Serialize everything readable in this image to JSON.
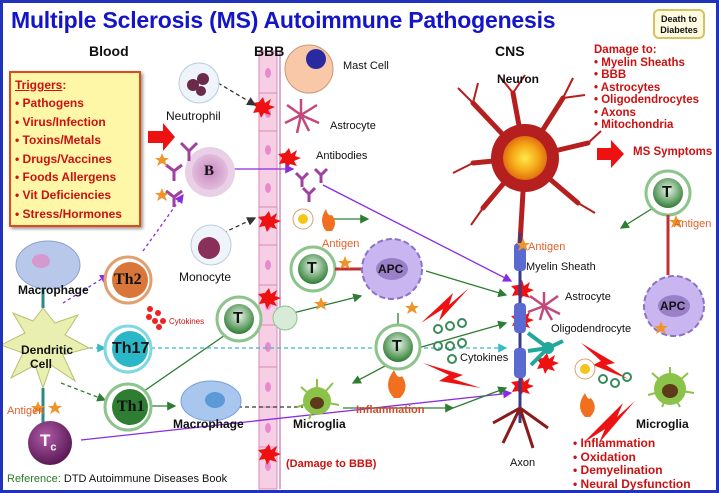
{
  "header": {
    "title": "Multiple Sclerosis (MS) Autoimmune Pathogenesis",
    "badge_line1": "Death to",
    "badge_line2": "Diabetes"
  },
  "sections": {
    "blood": "Blood",
    "bbb": "BBB",
    "cns": "CNS"
  },
  "triggers": {
    "heading": "Triggers",
    "items": [
      "Pathogens",
      "Virus/Infection",
      "Toxins/Metals",
      "Drugs/Vaccines",
      "Foods Allergens",
      "Vit Deficiencies",
      "Stress/Hormones"
    ]
  },
  "damage": {
    "heading": "Damage to:",
    "items": [
      "Myelin Sheaths",
      "BBB",
      "Astrocytes",
      "Oligodendrocytes",
      "Axons",
      "Mitochondria"
    ],
    "result": "MS Symptoms"
  },
  "outcomes": [
    "Inflammation",
    "Oxidation",
    "Demyelination",
    "Neural Dysfunction"
  ],
  "cells": {
    "neutrophil": "Neutrophil",
    "mast_cell": "Mast Cell",
    "astrocyte_bbb": "Astrocyte",
    "antibodies": "Antibodies",
    "b_cell": "B",
    "macrophage_top": "Macrophage",
    "th2": "Th2",
    "monocyte": "Monocyte",
    "cytokines_left": "Cytokines",
    "dendritic_line1": "Dendritic",
    "dendritic_line2": "Cell",
    "th17": "Th17",
    "th1": "Th1",
    "t_label": "T",
    "tc": "T",
    "tc_sub": "c",
    "antigen": "Antigen",
    "macrophage_bottom": "Macrophage",
    "microglia_center": "Microglia",
    "inflammation": "Inflammation",
    "apc": "APC",
    "cytokines_center": "Cytokines",
    "damage_bbb": "(Damage to BBB)",
    "neuron": "Neuron",
    "myelin_sheath": "Myelin Sheath",
    "astrocyte_cns": "Astrocyte",
    "oligodendrocyte": "Oligodendrocyte",
    "axon": "Axon",
    "microglia_right": "Microglia"
  },
  "footer": {
    "reference_label": "Reference:",
    "reference_text": " DTD Autoimmune Diseases Book"
  },
  "colors": {
    "title": "#1515c8",
    "frame": "#2233bb",
    "damage_text": "#cc1111",
    "t_cell": "#2e7d32",
    "apc": "#c9b6f0",
    "neuron": "#b51f1f",
    "bbb": "#f7cfe4"
  }
}
